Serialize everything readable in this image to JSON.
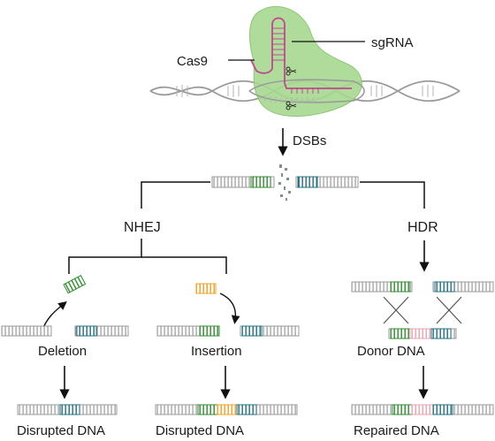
{
  "labels": {
    "cas9": "Cas9",
    "sgrna": "sgRNA",
    "dsbs": "DSBs",
    "nhej": "NHEJ",
    "hdr": "HDR",
    "deletion": "Deletion",
    "insertion": "Insertion",
    "donor_dna": "Donor DNA",
    "disrupted_dna_left": "Disrupted DNA",
    "disrupted_dna_mid": "Disrupted DNA",
    "repaired_dna": "Repaired DNA"
  },
  "colors": {
    "cas9_fill": "#a6d88f",
    "sgrna": "#c0478f",
    "dna_gray": "#9a9a9a",
    "green_segment": "#2e8b2e",
    "teal_segment": "#1f6f7f",
    "orange_segment": "#f0a020",
    "pink_segment": "#e9a1b1",
    "line": "#111111"
  },
  "icons": {
    "scissors_top": "scissors-icon",
    "scissors_bottom": "scissors-icon"
  }
}
